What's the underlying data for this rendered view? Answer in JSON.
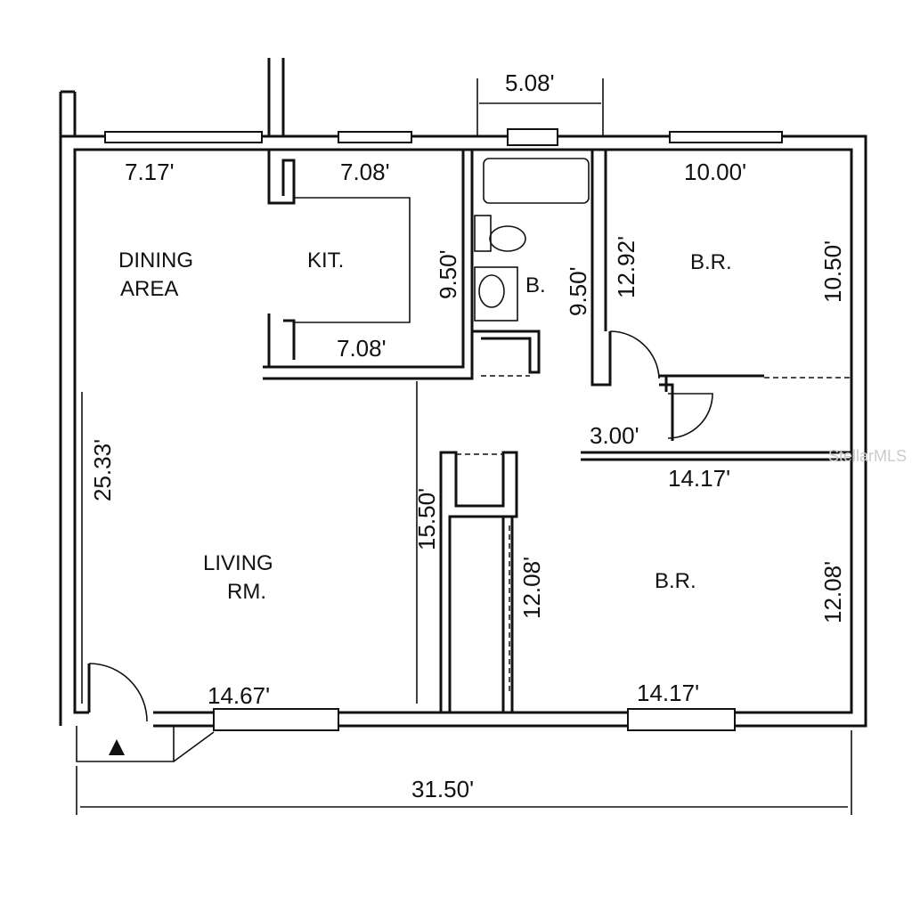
{
  "rooms": {
    "dining": [
      "DINING",
      "AREA"
    ],
    "kitchen": "KIT.",
    "bath": "B.",
    "bedroom1": "B.R.",
    "bedroom2": "B.R.",
    "living": [
      "LIVING",
      "RM."
    ]
  },
  "dimensions": {
    "dining_width": "7.17'",
    "kitchen_top": "7.08'",
    "kitchen_bottom": "7.08'",
    "kitchen_depth": "9.50'",
    "bath_width": "5.08'",
    "bath_depth": "9.50'",
    "br1_width": "10.00'",
    "br1_left": "12.92'",
    "br1_right": "10.50'",
    "hall_door": "3.00'",
    "br2_top": "14.17'",
    "br2_bottom": "14.17'",
    "br2_left": "12.08'",
    "br2_right": "12.08'",
    "overall_depth": "25.33'",
    "living_depth": "15.50'",
    "living_width": "14.67'",
    "overall_width": "31.50'"
  },
  "watermark": "StellarMLS"
}
